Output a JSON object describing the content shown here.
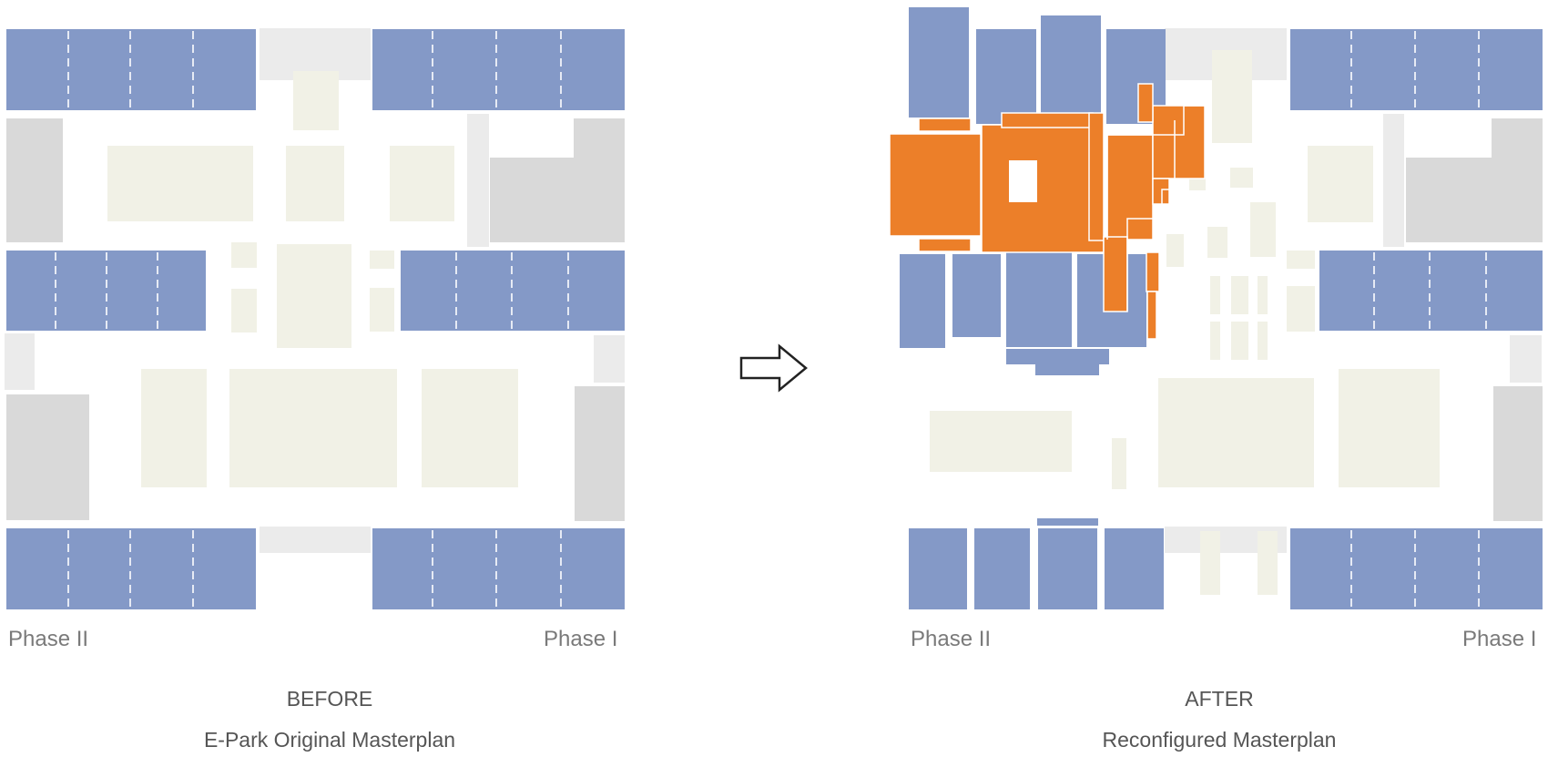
{
  "colors": {
    "blue_block": "#8499c7",
    "orange_block": "#ec7f29",
    "beige_block": "#f1f1e6",
    "gray_block": "#d9d9d9",
    "light_gray_block": "#ebebeb"
  },
  "before": {
    "left_phase_label": "Phase II",
    "right_phase_label": "Phase I",
    "title": "BEFORE",
    "subtitle": "E-Park Original Masterplan"
  },
  "after": {
    "left_phase_label": "Phase II",
    "right_phase_label": "Phase I",
    "title": "AFTER",
    "subtitle": "Reconfigured Masterplan"
  },
  "arrow_icon": "right-arrow-icon"
}
